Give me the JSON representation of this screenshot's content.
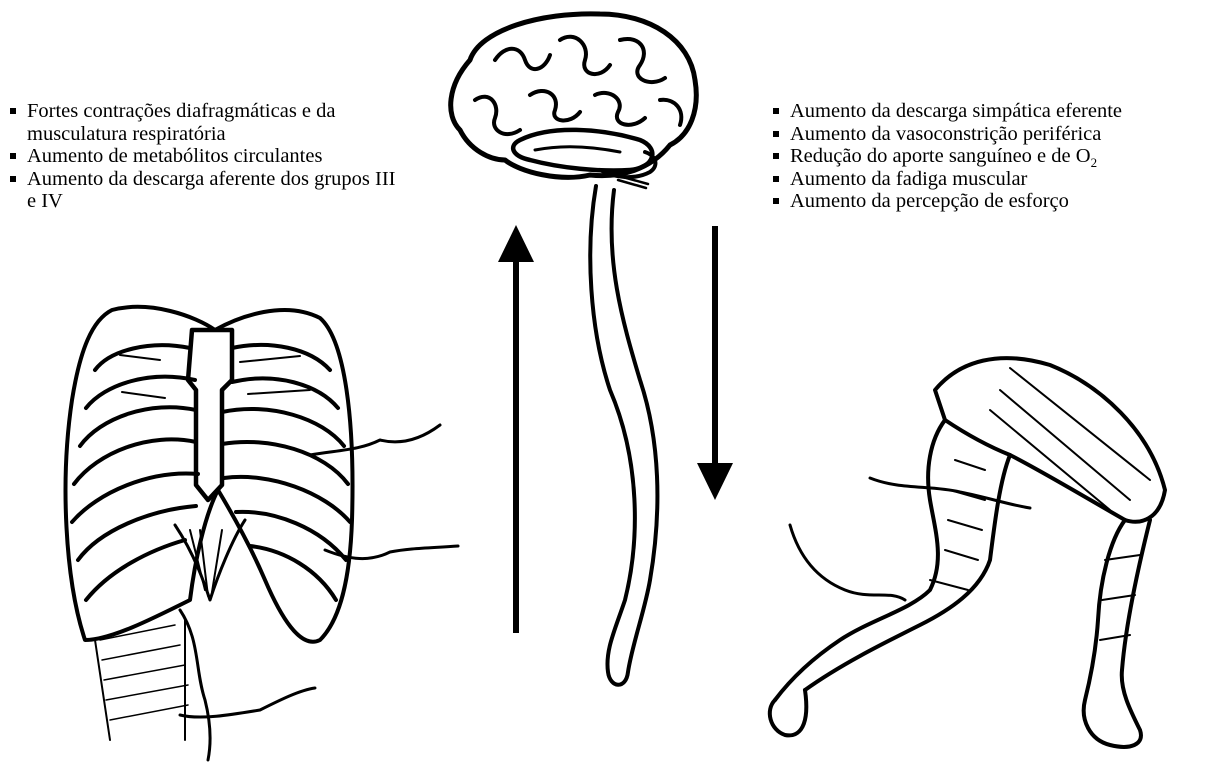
{
  "afferent": {
    "items": [
      "Fortes contrações diafragmáticas e da musculatura respiratória",
      "Aumento de metabólitos circulantes",
      "Aumento da descarga aferente dos grupos III e IV"
    ]
  },
  "efferent": {
    "items": [
      {
        "text": "Aumento da descarga simpática eferente"
      },
      {
        "text": "Aumento da vasoconstrição periférica"
      },
      {
        "text": "Redução do aporte sanguíneo e de O",
        "sub": "2"
      },
      {
        "text": "Aumento da fadiga muscular"
      },
      {
        "text": "Aumento da percepção de esforço"
      }
    ]
  },
  "arrows": {
    "left": "up",
    "right": "down"
  },
  "icons": [
    "brain-icon",
    "spinal-cord-icon",
    "rib-cage-icon",
    "leg-muscles-icon",
    "nerve-icon"
  ]
}
